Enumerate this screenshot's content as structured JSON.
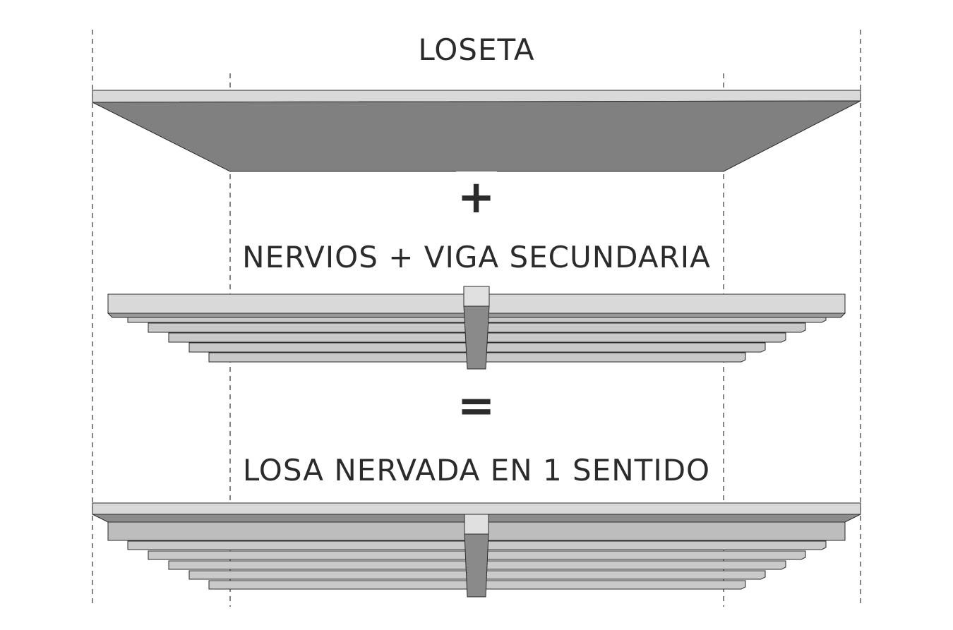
{
  "labels": {
    "loseta": "LOSETA",
    "plus": "+",
    "nervios": "NERVIOS + VIGA SECUNDARIA",
    "equals": "=",
    "losa": "LOSA NERVADA EN 1 SENTIDO"
  },
  "colors": {
    "slab_top": "#d9d9d9",
    "slab_front_dark": "#808080",
    "rib_front": "#bdbdbd",
    "beam_front": "#8a8a8a",
    "guide_line": "#333333",
    "text": "#2b2b2b"
  }
}
